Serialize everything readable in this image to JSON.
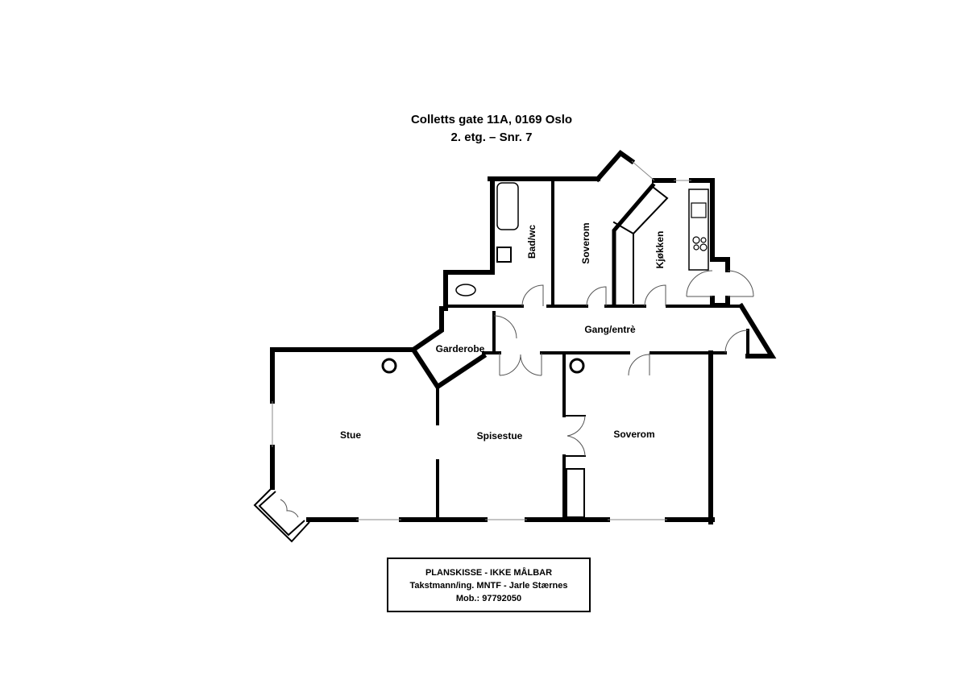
{
  "header": {
    "address": "Colletts gate 11A, 0169 Oslo",
    "floor_unit": "2. etg. – Snr. 7"
  },
  "rooms": {
    "bad_wc": "Bad/wc",
    "soverom_north": "Soverom",
    "kjokken": "Kjøkken",
    "gang": "Gang/entrè",
    "garderobe": "Garderobe",
    "stue": "Stue",
    "spisestue": "Spisestue",
    "soverom_south": "Soverom"
  },
  "info_box": {
    "line1": "PLANSKISSE - IKKE MÅLBAR",
    "line2": "Takstmann/ing. MNTF - Jarle Stærnes",
    "line3": "Mob.: 97792050"
  },
  "colors": {
    "wall": "#000000",
    "window": "#888888",
    "background": "#ffffff"
  }
}
